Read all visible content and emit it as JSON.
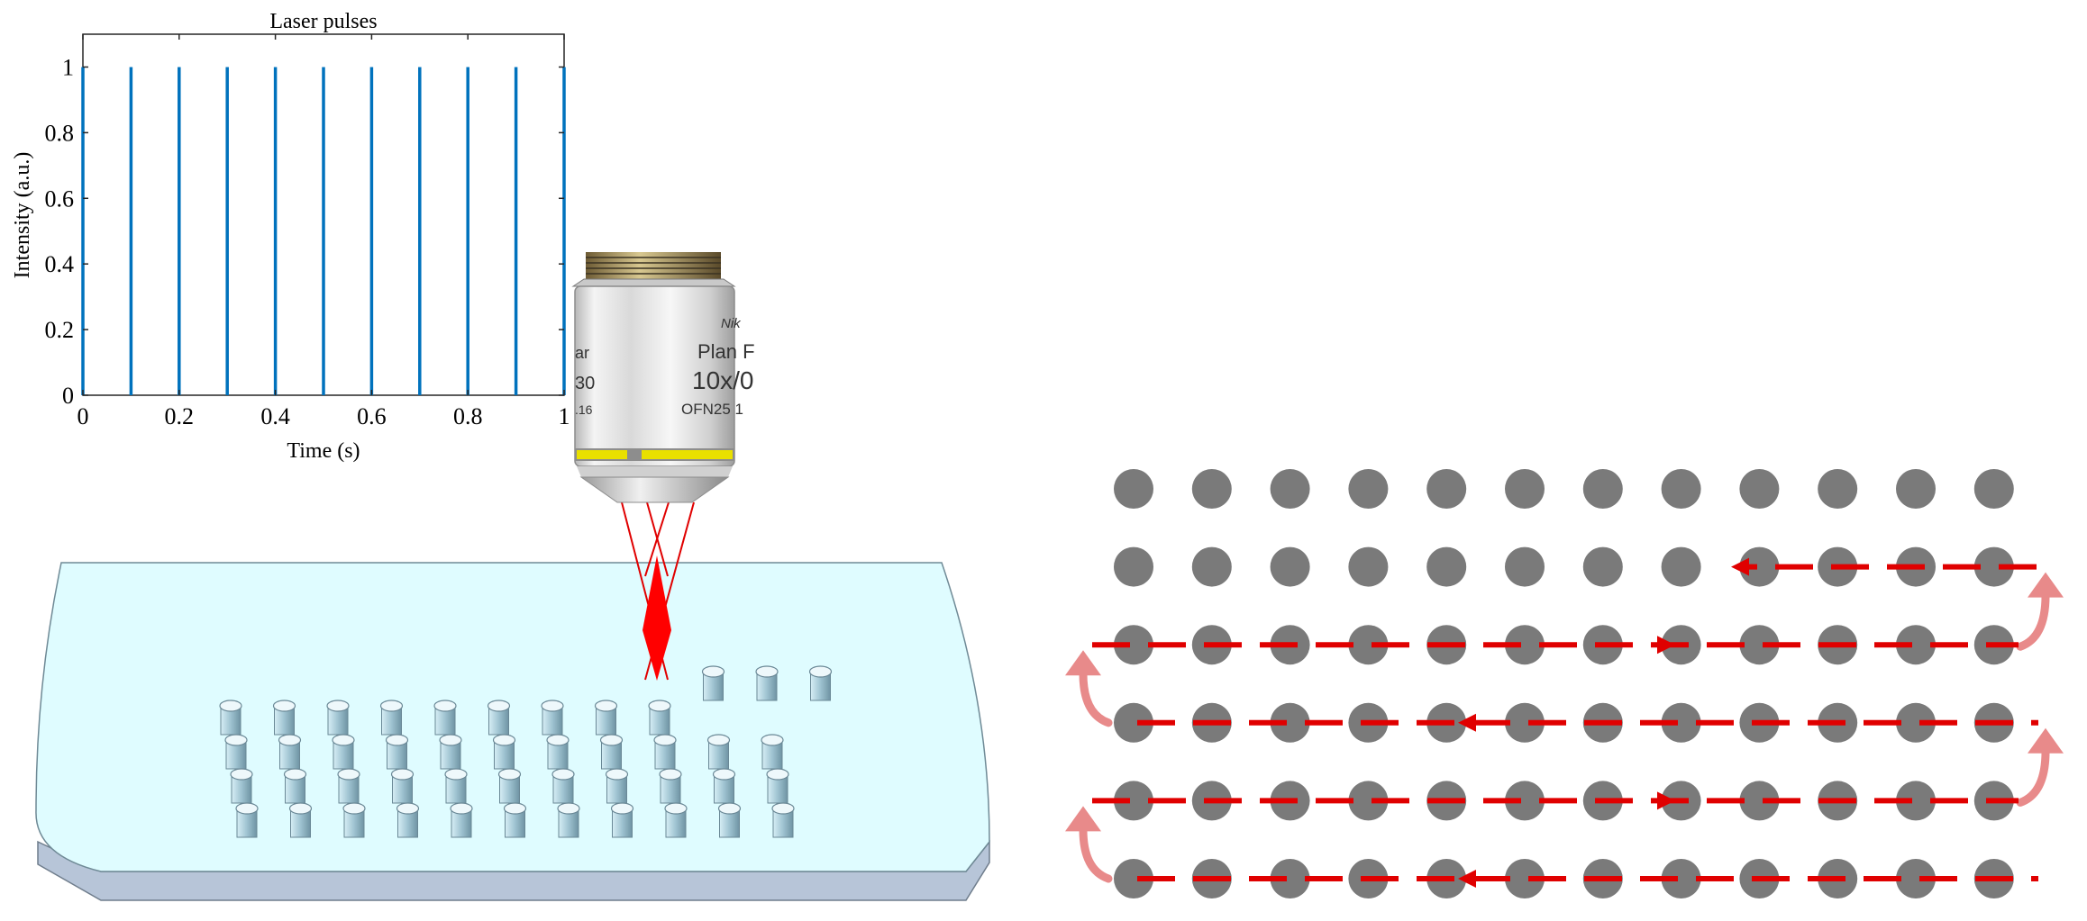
{
  "chart_data": {
    "type": "bar",
    "title": "Laser pulses",
    "xlabel": "Time (s)",
    "ylabel": "Intensity (a.u.)",
    "xlim": [
      0,
      1
    ],
    "ylim": [
      0,
      1.1
    ],
    "xticks": [
      0,
      0.2,
      0.4,
      0.6,
      0.8,
      1
    ],
    "xtick_labels": [
      "0",
      "0.2",
      "0.4",
      "0.6",
      "0.8",
      "1"
    ],
    "yticks": [
      0,
      0.2,
      0.4,
      0.6,
      0.8,
      1
    ],
    "ytick_labels": [
      "0",
      "0.2",
      "0.4",
      "0.6",
      "0.8",
      "1"
    ],
    "x": [
      0,
      0.1,
      0.2,
      0.3,
      0.4,
      0.5,
      0.6,
      0.7,
      0.8,
      0.9,
      1.0
    ],
    "values": [
      1,
      1,
      1,
      1,
      1,
      1,
      1,
      1,
      1,
      1,
      1
    ],
    "grid": false,
    "color": "#0072BD"
  },
  "objective": {
    "brand": "Nik",
    "line1": "Plan F",
    "line2": "10x/0",
    "line3": "OFN25 1",
    "side1": "ar",
    "side2": "30",
    "side3": ".16"
  },
  "substrate": {
    "color": "#dffcff",
    "hole_columns": 12,
    "hole_rows": 4
  },
  "scan_pattern": {
    "rows": 6,
    "columns": 12,
    "dot_color": "#7a7a7a",
    "path_color": "#e00000",
    "turn_arrow_color": "#e88a8a"
  }
}
